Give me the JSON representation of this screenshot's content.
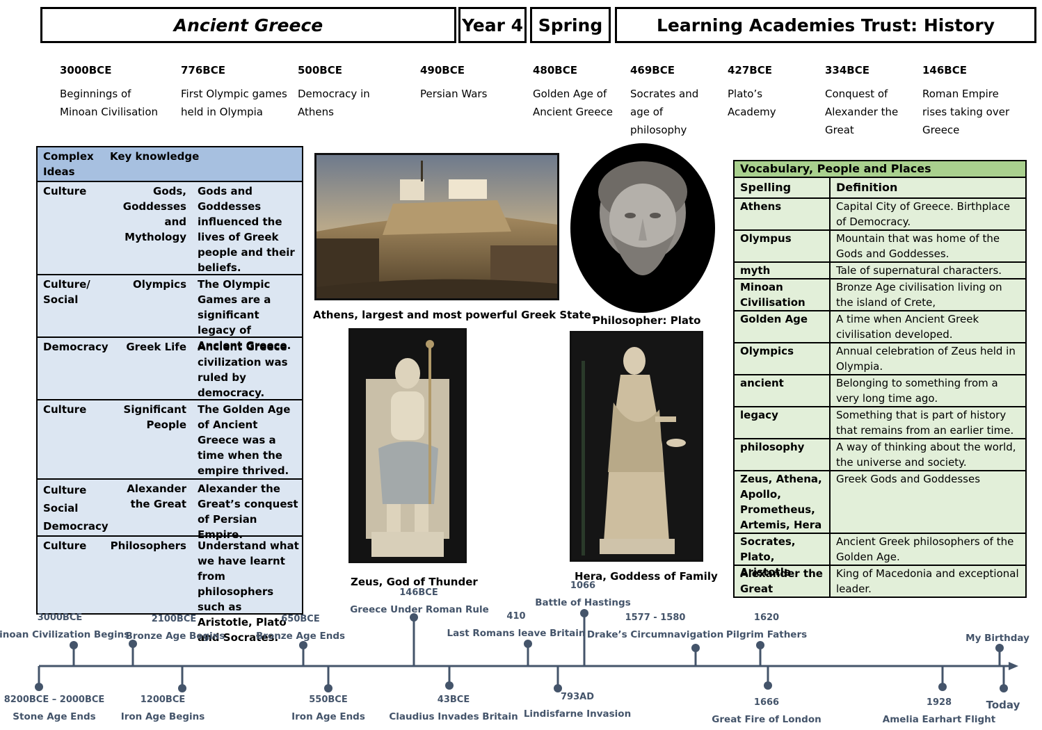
{
  "header": {
    "title": "Ancient Greece",
    "year": "Year 4",
    "term": "Spring",
    "subject": "Learning Academies Trust:  History"
  },
  "top_timeline": [
    {
      "year": "3000BCE",
      "event": "Beginnings of Minoan Civilisation"
    },
    {
      "year": "776BCE",
      "event": "First Olympic games held in Olympia"
    },
    {
      "year": "500BCE",
      "event": "Democracy in Athens"
    },
    {
      "year": "490BCE",
      "event": "Persian Wars"
    },
    {
      "year": "480BCE",
      "event": "Golden Age of Ancient Greece"
    },
    {
      "year": "469BCE",
      "event": "Socrates and age of philosophy"
    },
    {
      "year": "427BCE",
      "event": "Plato’s Academy"
    },
    {
      "year": "334BCE",
      "event": "Conquest of Alexander the Great"
    },
    {
      "year": "146BCE",
      "event": "Roman Empire rises taking over Greece"
    }
  ],
  "complex_ideas": {
    "head1": "Complex Ideas",
    "head2": "Key knowledge",
    "rows": [
      {
        "idea": "Culture",
        "topic": "Gods, Goddesses and Mythology",
        "text": "Gods and Goddesses influenced the lives of Greek people and their beliefs."
      },
      {
        "idea": "Culture/ Social",
        "topic": "Olympics",
        "text": "The Olympic Games are a significant legacy of Ancient Greece."
      },
      {
        "idea": "Democracy",
        "topic": "Greek Life",
        "text": "Ancient Greece civilization was ruled by democracy."
      },
      {
        "idea": "Culture",
        "topic": "Significant People",
        "text": "The Golden Age of Ancient Greece was a time when the empire thrived."
      },
      {
        "idea": "Culture Social Democracy",
        "topic": "Alexander the Great",
        "text": "Alexander the Great’s conquest of Persian Empire."
      },
      {
        "idea": "Culture",
        "topic": "Philosophers",
        "text": "Understand what we have learnt from philosophers such as Aristotle, Plato and Socrates."
      }
    ]
  },
  "captions": {
    "athens": "Athens, largest and most powerful Greek State.",
    "plato": "Philosopher:  Plato",
    "zeus": "Zeus, God of Thunder",
    "hera": "Hera, Goddess of Family"
  },
  "vocabulary": {
    "title": "Vocabulary, People and Places",
    "col1": "Spelling",
    "col2": "Definition",
    "rows": [
      {
        "word": "Athens",
        "def": "Capital City of Greece.  Birthplace of Democracy."
      },
      {
        "word": "Olympus",
        "def": "Mountain that was home of the Gods and Goddesses."
      },
      {
        "word": "myth",
        "def": "Tale of supernatural characters."
      },
      {
        "word": "Minoan Civilisation",
        "def": "Bronze Age civilisation living on the island of Crete,"
      },
      {
        "word": "Golden Age",
        "def": "A time when Ancient Greek civilisation developed."
      },
      {
        "word": "Olympics",
        "def": "Annual celebration of Zeus held in Olympia."
      },
      {
        "word": "ancient",
        "def": "Belonging to something from a very long time ago."
      },
      {
        "word": "legacy",
        "def": "Something that is part of history that remains from an earlier time."
      },
      {
        "word": "philosophy",
        "def": "A way of thinking about the world, the universe and society."
      },
      {
        "word": "Zeus, Athena, Apollo, Prometheus, Artemis, Hera",
        "def": "Greek Gods and Goddesses"
      },
      {
        "word": "Socrates, Plato, Aristotle",
        "def": "Ancient Greek philosophers of the Golden Age."
      },
      {
        "word": "Alexander the Great",
        "def": "King of Macedonia and  exceptional leader."
      }
    ]
  },
  "bottom_timeline": {
    "above": [
      {
        "date": "3000BCE",
        "label": "Minoan Civilization Begins"
      },
      {
        "date": "2100BCE",
        "label": "Bronze Age Begins"
      },
      {
        "date": "650BCE",
        "label": "Bronze Age Ends"
      },
      {
        "date": "146BCE",
        "label": "Greece Under Roman Rule"
      },
      {
        "date": "410",
        "label": "Last Romans leave Britain"
      },
      {
        "date": "1066",
        "label": "Battle of Hastings"
      },
      {
        "date": "1577 - 1580",
        "label": "Drake’s Circumnavigation"
      },
      {
        "date": "1620",
        "label": "Pilgrim Fathers"
      },
      {
        "date": "",
        "label": "My Birthday"
      }
    ],
    "below": [
      {
        "date": "8200BCE – 2000BCE",
        "label": "Stone Age Ends"
      },
      {
        "date": "1200BCE",
        "label": "Iron Age Begins"
      },
      {
        "date": "550BCE",
        "label": "Iron Age Ends"
      },
      {
        "date": "43BCE",
        "label": "Claudius Invades Britain"
      },
      {
        "date": "793AD",
        "label": "Lindisfarne Invasion"
      },
      {
        "date": "1666",
        "label": "Great Fire of London"
      },
      {
        "date": "1928",
        "label": "Amelia Earhart Flight"
      },
      {
        "date": "",
        "label": "Today"
      }
    ]
  },
  "colors": {
    "line": "#44546a",
    "ck_head": "#a7c0e0",
    "ck_body": "#dce6f2",
    "voc_head": "#a9d08e",
    "voc_body": "#e2efd9"
  }
}
